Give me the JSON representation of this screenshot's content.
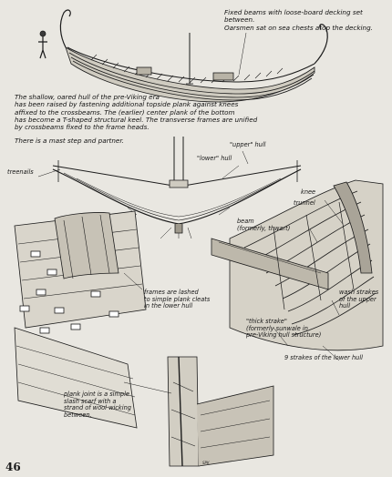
{
  "page_number": "46",
  "captions": {
    "fixed_beams": "Fixed beams with loose-board decking set between.\nOarsmen sat on sea chests atop the decking.",
    "hull_intro": "The shallow, oared hull of the pre-Viking era\nhas been raised by fastening additional topside plank against knees\naffixed to the crossbeams. The (earlier) center plank of the bottom\nhas become a T-shaped structural keel. The transverse frames are unified\nby crossbeams fixed to the frame heads.",
    "mast_step": "There is a mast step and partner."
  },
  "labels": {
    "upper_hull": "\"upper\" hull",
    "lower_hull": "\"lower\" hull",
    "treenails": "treenails",
    "knee": "knee",
    "trunnel": "trunnel",
    "beam": "beam\n(formerly, thwart)",
    "frames_lashed": "frames are lashed\nto simple plank cleats\nin the lower hull",
    "wash_strakes": "wash strakes\nof the upper\nhull",
    "thick_strake": "\"thick strake\"\n(formerly sunwale in\npre-Viking hull structure)",
    "nine_strakes": "9 strakes of the lower hull",
    "plank_joint": "plank joint is a simple\nslash scarf with a\nstrand of wool wicking\nbetween."
  },
  "artist_initials": "SPK"
}
